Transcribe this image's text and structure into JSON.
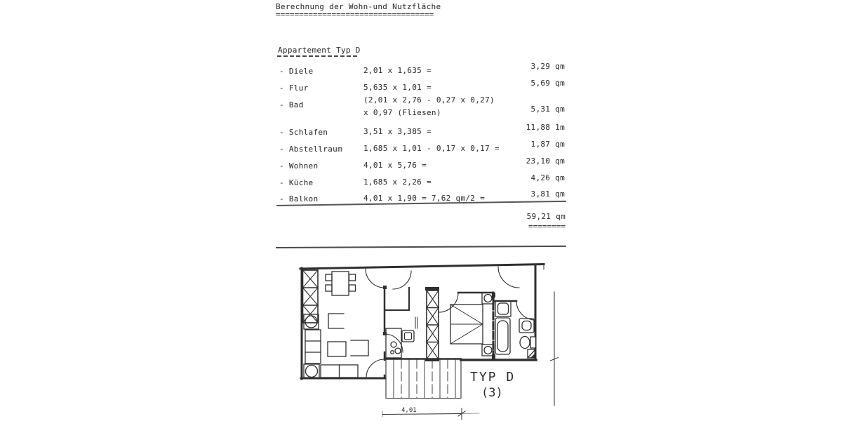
{
  "document": {
    "title": "Berechnung der Wohn-und Nutzfläche",
    "title_underline": "==================================",
    "section_heading": "Appartement Typ D",
    "table": {
      "rows": [
        {
          "label": "- Diele",
          "formula_lines": [
            "2,01 x 1,635 ="
          ],
          "value": "3,29 qm"
        },
        {
          "label": "- Flur",
          "formula_lines": [
            "5,635 x 1,01 ="
          ],
          "value": "5,69 qm"
        },
        {
          "label": "- Bad",
          "formula_lines": [
            "(2,01 x 2,76 - 0,27 x 0,27)",
            "x 0,97 (Fliesen)"
          ],
          "value": "5,31 qm"
        },
        {
          "label": "- Schlafen",
          "formula_lines": [
            "3,51 x 3,385 ="
          ],
          "value": "11,88 1m"
        },
        {
          "label": "- Abstellraum",
          "formula_lines": [
            "1,685 x 1,01 - 0,17 x 0,17 ="
          ],
          "value": "1,87 qm"
        },
        {
          "label": "- Wohnen",
          "formula_lines": [
            "4,01 x 5,76 ="
          ],
          "value": "23,10 qm"
        },
        {
          "label": "- Küche",
          "formula_lines": [
            "1,685 x 2,26 ="
          ],
          "value": "4,26 qm"
        },
        {
          "label": "- Balkon",
          "formula_lines": [
            "4,01 x 1,90 = 7,62 qm/2 ="
          ],
          "value": "3,81 qm"
        }
      ],
      "total_value": "59,21 qm",
      "total_underline": "========"
    }
  },
  "floorplan": {
    "type_label": "TYP D",
    "type_number": "(3)",
    "dimension_label": "4,01"
  },
  "colors": {
    "ink": "#2f2f2f",
    "paper": "#ffffff"
  }
}
